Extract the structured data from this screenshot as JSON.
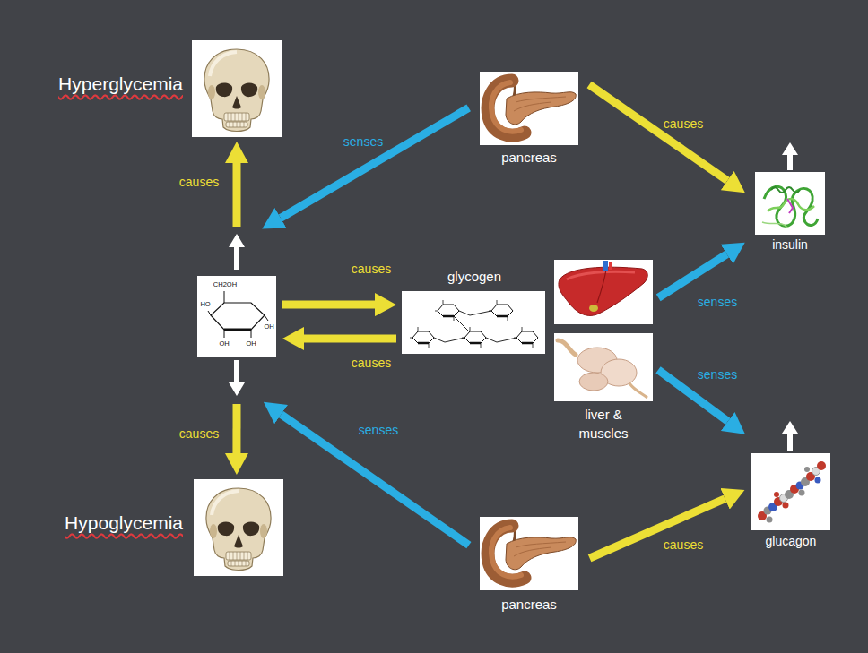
{
  "diagram": {
    "nodes": [
      {
        "text": [
          "Hyperglycemia"
        ]
      },
      {
        "text": [
          "pancreas"
        ]
      },
      {
        "text": [
          "insulin"
        ]
      },
      {
        "text": [
          "CH2OH",
          "HO",
          "OH",
          "OH",
          "OH"
        ]
      },
      {
        "text": [
          "glycogen"
        ]
      },
      {
        "text": [
          "liver & muscles"
        ]
      },
      {
        "text": [
          "glucagon"
        ]
      },
      {
        "text": [
          "Hypoglycemia"
        ]
      },
      {
        "text": [
          "pancreas"
        ]
      }
    ],
    "edges": [
      {
        "from": 1,
        "to": 3,
        "label": "senses",
        "arrow": "to"
      },
      {
        "from": 1,
        "to": 2,
        "label": "causes",
        "arrow": "to"
      },
      {
        "from": 3,
        "to": 0,
        "label": "causes",
        "arrow": "to"
      },
      {
        "from": 3,
        "to": 4,
        "label": "causes",
        "arrow": "to"
      },
      {
        "from": 4,
        "to": 3,
        "label": "causes",
        "arrow": "to"
      },
      {
        "from": 5,
        "to": 2,
        "label": "senses",
        "arrow": "to"
      },
      {
        "from": 5,
        "to": 6,
        "label": "senses",
        "arrow": "to"
      },
      {
        "from": 3,
        "to": 7,
        "label": "causes",
        "arrow": "to"
      },
      {
        "from": 8,
        "to": 3,
        "label": "senses",
        "arrow": "to"
      },
      {
        "from": 8,
        "to": 6,
        "label": "causes",
        "arrow": "to"
      }
    ]
  }
}
